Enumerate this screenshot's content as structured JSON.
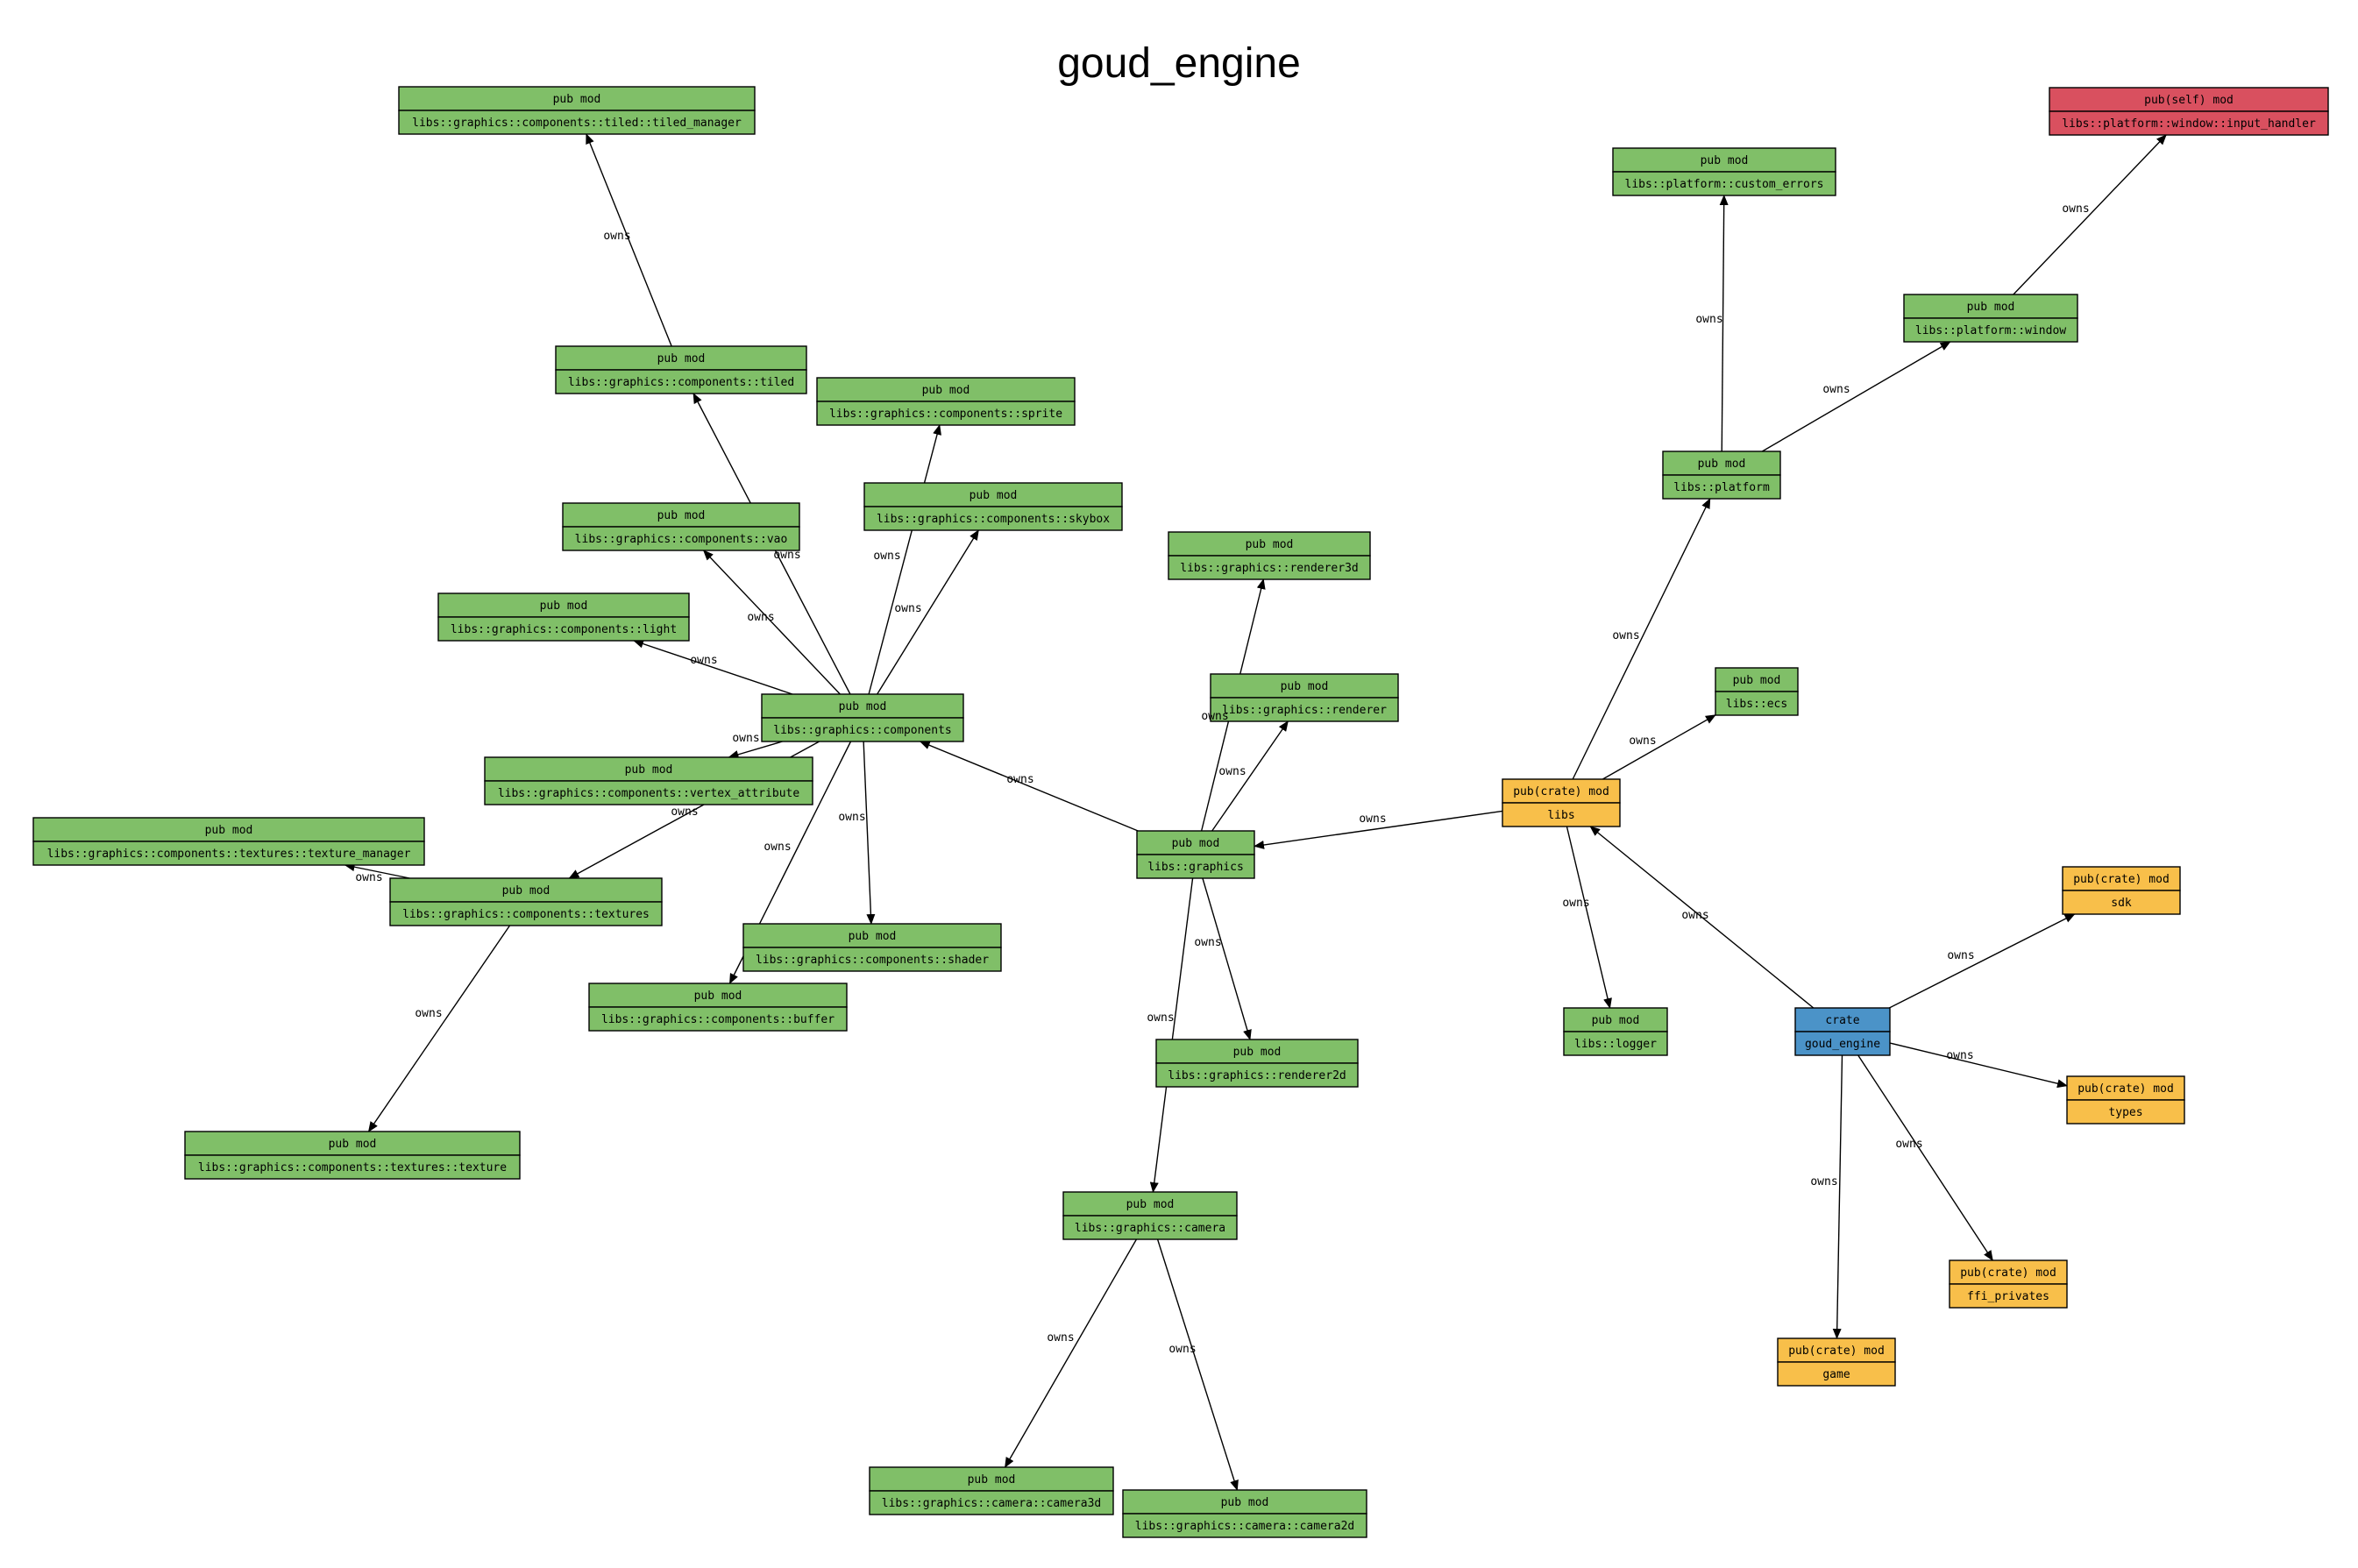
{
  "diagram": {
    "title": "goud_engine",
    "colors": {
      "crate": "#4b93c8",
      "pub_mod": "#80bf68",
      "pub_crate_mod": "#f8bf4a",
      "pub_self_mod": "#d9505f"
    },
    "nodes": [
      {
        "id": "goud_engine",
        "kind": "crate",
        "label": "goud_engine",
        "vis": "crate"
      },
      {
        "id": "libs",
        "kind": "pub(crate) mod",
        "label": "libs",
        "vis": "pub_crate_mod"
      },
      {
        "id": "sdk",
        "kind": "pub(crate) mod",
        "label": "sdk",
        "vis": "pub_crate_mod"
      },
      {
        "id": "types",
        "kind": "pub(crate) mod",
        "label": "types",
        "vis": "pub_crate_mod"
      },
      {
        "id": "ffi_privates",
        "kind": "pub(crate) mod",
        "label": "ffi_privates",
        "vis": "pub_crate_mod"
      },
      {
        "id": "game",
        "kind": "pub(crate) mod",
        "label": "game",
        "vis": "pub_crate_mod"
      },
      {
        "id": "logger",
        "kind": "pub mod",
        "label": "libs::logger",
        "vis": "pub_mod"
      },
      {
        "id": "ecs",
        "kind": "pub mod",
        "label": "libs::ecs",
        "vis": "pub_mod"
      },
      {
        "id": "platform",
        "kind": "pub mod",
        "label": "libs::platform",
        "vis": "pub_mod"
      },
      {
        "id": "custom_errors",
        "kind": "pub mod",
        "label": "libs::platform::custom_errors",
        "vis": "pub_mod"
      },
      {
        "id": "window",
        "kind": "pub mod",
        "label": "libs::platform::window",
        "vis": "pub_mod"
      },
      {
        "id": "input_handler",
        "kind": "pub(self) mod",
        "label": "libs::platform::window::input_handler",
        "vis": "pub_self_mod"
      },
      {
        "id": "graphics",
        "kind": "pub mod",
        "label": "libs::graphics",
        "vis": "pub_mod"
      },
      {
        "id": "renderer3d",
        "kind": "pub mod",
        "label": "libs::graphics::renderer3d",
        "vis": "pub_mod"
      },
      {
        "id": "renderer",
        "kind": "pub mod",
        "label": "libs::graphics::renderer",
        "vis": "pub_mod"
      },
      {
        "id": "renderer2d",
        "kind": "pub mod",
        "label": "libs::graphics::renderer2d",
        "vis": "pub_mod"
      },
      {
        "id": "camera",
        "kind": "pub mod",
        "label": "libs::graphics::camera",
        "vis": "pub_mod"
      },
      {
        "id": "camera3d",
        "kind": "pub mod",
        "label": "libs::graphics::camera::camera3d",
        "vis": "pub_mod"
      },
      {
        "id": "camera2d",
        "kind": "pub mod",
        "label": "libs::graphics::camera::camera2d",
        "vis": "pub_mod"
      },
      {
        "id": "components",
        "kind": "pub mod",
        "label": "libs::graphics::components",
        "vis": "pub_mod"
      },
      {
        "id": "tiled_manager",
        "kind": "pub mod",
        "label": "libs::graphics::components::tiled::tiled_manager",
        "vis": "pub_mod"
      },
      {
        "id": "tiled",
        "kind": "pub mod",
        "label": "libs::graphics::components::tiled",
        "vis": "pub_mod"
      },
      {
        "id": "sprite",
        "kind": "pub mod",
        "label": "libs::graphics::components::sprite",
        "vis": "pub_mod"
      },
      {
        "id": "skybox",
        "kind": "pub mod",
        "label": "libs::graphics::components::skybox",
        "vis": "pub_mod"
      },
      {
        "id": "vao",
        "kind": "pub mod",
        "label": "libs::graphics::components::vao",
        "vis": "pub_mod"
      },
      {
        "id": "light",
        "kind": "pub mod",
        "label": "libs::graphics::components::light",
        "vis": "pub_mod"
      },
      {
        "id": "vertex_attribute",
        "kind": "pub mod",
        "label": "libs::graphics::components::vertex_attribute",
        "vis": "pub_mod"
      },
      {
        "id": "texture_manager",
        "kind": "pub mod",
        "label": "libs::graphics::components::textures::texture_manager",
        "vis": "pub_mod"
      },
      {
        "id": "textures",
        "kind": "pub mod",
        "label": "libs::graphics::components::textures",
        "vis": "pub_mod"
      },
      {
        "id": "shader",
        "kind": "pub mod",
        "label": "libs::graphics::components::shader",
        "vis": "pub_mod"
      },
      {
        "id": "buffer",
        "kind": "pub mod",
        "label": "libs::graphics::components::buffer",
        "vis": "pub_mod"
      },
      {
        "id": "texture",
        "kind": "pub mod",
        "label": "libs::graphics::components::textures::texture",
        "vis": "pub_mod"
      }
    ],
    "edges": [
      {
        "from": "goud_engine",
        "to": "libs",
        "label": "owns"
      },
      {
        "from": "goud_engine",
        "to": "sdk",
        "label": "owns"
      },
      {
        "from": "goud_engine",
        "to": "types",
        "label": "owns"
      },
      {
        "from": "goud_engine",
        "to": "ffi_privates",
        "label": "owns"
      },
      {
        "from": "goud_engine",
        "to": "game",
        "label": "owns"
      },
      {
        "from": "libs",
        "to": "platform",
        "label": "owns"
      },
      {
        "from": "libs",
        "to": "ecs",
        "label": "owns"
      },
      {
        "from": "libs",
        "to": "logger",
        "label": "owns"
      },
      {
        "from": "libs",
        "to": "graphics",
        "label": "owns"
      },
      {
        "from": "platform",
        "to": "custom_errors",
        "label": "owns"
      },
      {
        "from": "platform",
        "to": "window",
        "label": "owns"
      },
      {
        "from": "window",
        "to": "input_handler",
        "label": "owns"
      },
      {
        "from": "graphics",
        "to": "components",
        "label": "owns"
      },
      {
        "from": "graphics",
        "to": "renderer3d",
        "label": "owns"
      },
      {
        "from": "graphics",
        "to": "renderer",
        "label": "owns"
      },
      {
        "from": "graphics",
        "to": "renderer2d",
        "label": "owns"
      },
      {
        "from": "graphics",
        "to": "camera",
        "label": "owns"
      },
      {
        "from": "camera",
        "to": "camera3d",
        "label": "owns"
      },
      {
        "from": "camera",
        "to": "camera2d",
        "label": "owns"
      },
      {
        "from": "components",
        "to": "tiled",
        "label": "owns"
      },
      {
        "from": "tiled",
        "to": "tiled_manager",
        "label": "owns"
      },
      {
        "from": "components",
        "to": "sprite",
        "label": "owns"
      },
      {
        "from": "components",
        "to": "skybox",
        "label": "owns"
      },
      {
        "from": "components",
        "to": "vao",
        "label": "owns"
      },
      {
        "from": "components",
        "to": "light",
        "label": "owns"
      },
      {
        "from": "components",
        "to": "vertex_attribute",
        "label": "owns"
      },
      {
        "from": "components",
        "to": "textures",
        "label": "owns"
      },
      {
        "from": "components",
        "to": "shader",
        "label": "owns"
      },
      {
        "from": "components",
        "to": "buffer",
        "label": "owns"
      },
      {
        "from": "textures",
        "to": "texture_manager",
        "label": "owns"
      },
      {
        "from": "textures",
        "to": "texture",
        "label": "owns"
      }
    ]
  }
}
